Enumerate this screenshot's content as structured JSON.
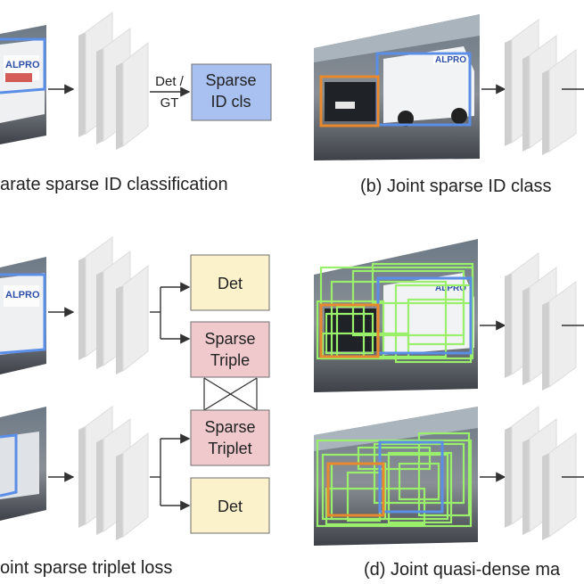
{
  "colors": {
    "sparse_id_box": "#a9c1f0",
    "det_box": "#fbf2cc",
    "triplet_box": "#efc9cb",
    "box_border": "#6f6f6f",
    "blue_bbox": "#5b8ee6",
    "orange_bbox": "#e8892c",
    "green_proposal": "#9af06a",
    "arrow": "#333333",
    "backbone_face": "#ededed",
    "backbone_side": "#cfcfcf"
  },
  "panel_a": {
    "arrow_label_top": "Det /",
    "arrow_label_bottom": "GT",
    "box_line1": "Sparse",
    "box_line2": "ID cls",
    "caption": "arate sparse ID classification"
  },
  "panel_b": {
    "caption": "(b) Joint sparse ID class"
  },
  "panel_c": {
    "det_top": "Det",
    "triple_line1": "Sparse",
    "triple_line2": "Triple",
    "triplet_line1": "Sparse",
    "triplet_line2": "Triplet",
    "det_bottom": "Det",
    "caption": "oint sparse triplet loss"
  },
  "panel_d": {
    "caption": "(d) Joint quasi-dense ma"
  },
  "van_logo": "ALPRO"
}
